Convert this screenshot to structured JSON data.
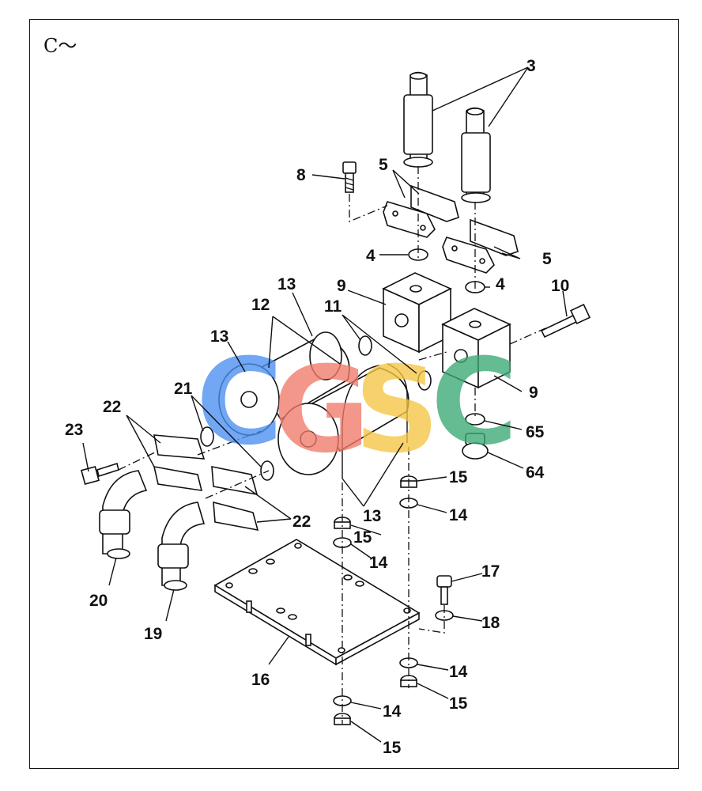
{
  "view_label": "C～",
  "watermark": {
    "letters": [
      "C",
      "G",
      "S",
      "C"
    ],
    "colors": [
      "#4a8ff0",
      "#f07a6a",
      "#f5c542",
      "#3aa874"
    ]
  },
  "callouts": {
    "c3": "3",
    "c5a": "5",
    "c5b": "5",
    "c8": "8",
    "c4a": "4",
    "c4b": "4",
    "c9a": "9",
    "c9b": "9",
    "c10": "10",
    "c11": "11",
    "c12": "12",
    "c13a": "13",
    "c13b": "13",
    "c13c": "13",
    "c21": "21",
    "c22a": "22",
    "c22b": "22",
    "c23": "23",
    "c20": "20",
    "c19": "19",
    "c65": "65",
    "c64": "64",
    "c15a": "15",
    "c15b": "15",
    "c15c": "15",
    "c15d": "15",
    "c14a": "14",
    "c14b": "14",
    "c14c": "14",
    "c14d": "14",
    "c16": "16",
    "c17": "17",
    "c18": "18"
  }
}
